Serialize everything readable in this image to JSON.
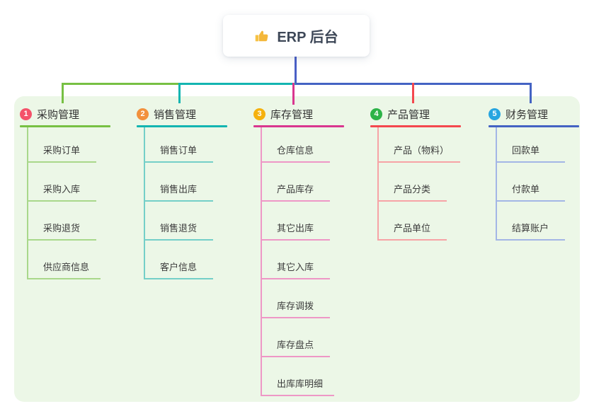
{
  "root": {
    "title": "ERP 后台",
    "icon": "thumbs-up-icon",
    "line_color": "#4a5fc6",
    "card_bg": "#ffffff",
    "title_color": "#3d4757"
  },
  "panel": {
    "bg_color": "#ecf7e7"
  },
  "branches": [
    {
      "badge": "1",
      "label": "采购管理",
      "badge_color": "#f4526a",
      "line_color": "#77c043",
      "child_line_color": "#a9d88b",
      "children": [
        "采购订单",
        "采购入库",
        "采购退货",
        "供应商信息"
      ]
    },
    {
      "badge": "2",
      "label": "销售管理",
      "badge_color": "#f2913d",
      "line_color": "#13b5b1",
      "child_line_color": "#74cfc8",
      "children": [
        "销售订单",
        "销售出库",
        "销售退货",
        "客户信息"
      ]
    },
    {
      "badge": "3",
      "label": "库存管理",
      "badge_color": "#f5b10e",
      "line_color": "#d9368f",
      "child_line_color": "#ee97c6",
      "children": [
        "仓库信息",
        "产品库存",
        "其它出库",
        "其它入库",
        "库存调拨",
        "库存盘点",
        "出库库明细"
      ]
    },
    {
      "badge": "4",
      "label": "产品管理",
      "badge_color": "#2db348",
      "line_color": "#f4484e",
      "child_line_color": "#f7a3a6",
      "children": [
        "产品（物料）",
        "产品分类",
        "产品单位"
      ]
    },
    {
      "badge": "5",
      "label": "财务管理",
      "badge_color": "#27a5e0",
      "line_color": "#4463c3",
      "child_line_color": "#a3b6e6",
      "children": [
        "回款单",
        "付款单",
        "结算账户"
      ]
    }
  ]
}
